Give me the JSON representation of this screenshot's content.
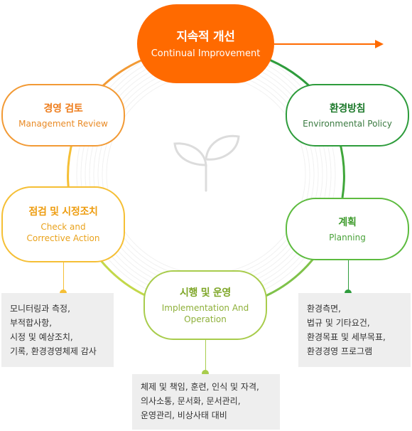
{
  "colors": {
    "improve": "#ff6a00",
    "policy": "#2e9c3c",
    "review": "#f29a35",
    "check": "#f5bf35",
    "plan": "#5dbb3f",
    "do": "#a8cc4c"
  },
  "icons": {
    "center": "sprout-icon",
    "arrow": "arrow-right-icon"
  },
  "nodes": {
    "improve": {
      "title": "지속적 개선",
      "subtitle": "Continual Improvement"
    },
    "policy": {
      "title": "환경방침",
      "subtitle": "Environmental Policy"
    },
    "review": {
      "title": "경영 검토",
      "subtitle": "Management Review"
    },
    "check": {
      "title": "점검 및 시정조치",
      "subtitle": "Check and\nCorrective Action"
    },
    "plan": {
      "title": "계획",
      "subtitle": "Planning"
    },
    "do": {
      "title": "시행 및 운영",
      "subtitle": "Implementation And\nOperation"
    }
  },
  "details": {
    "check": [
      "모니터링과 측정,",
      "부적합사항,",
      "시정 및 예상조치,",
      "기록, 환경경영체제 감사"
    ],
    "plan": [
      "환경측면,",
      "법규 및 기타요건,",
      "환경목표 및 세부목표,",
      "환경경영 프로그램"
    ],
    "do": [
      "체제 및 책임, 훈련, 인식 및 자격,",
      "의사소통, 문서화, 문서관리,",
      "운영관리, 비상사태 대비"
    ]
  }
}
